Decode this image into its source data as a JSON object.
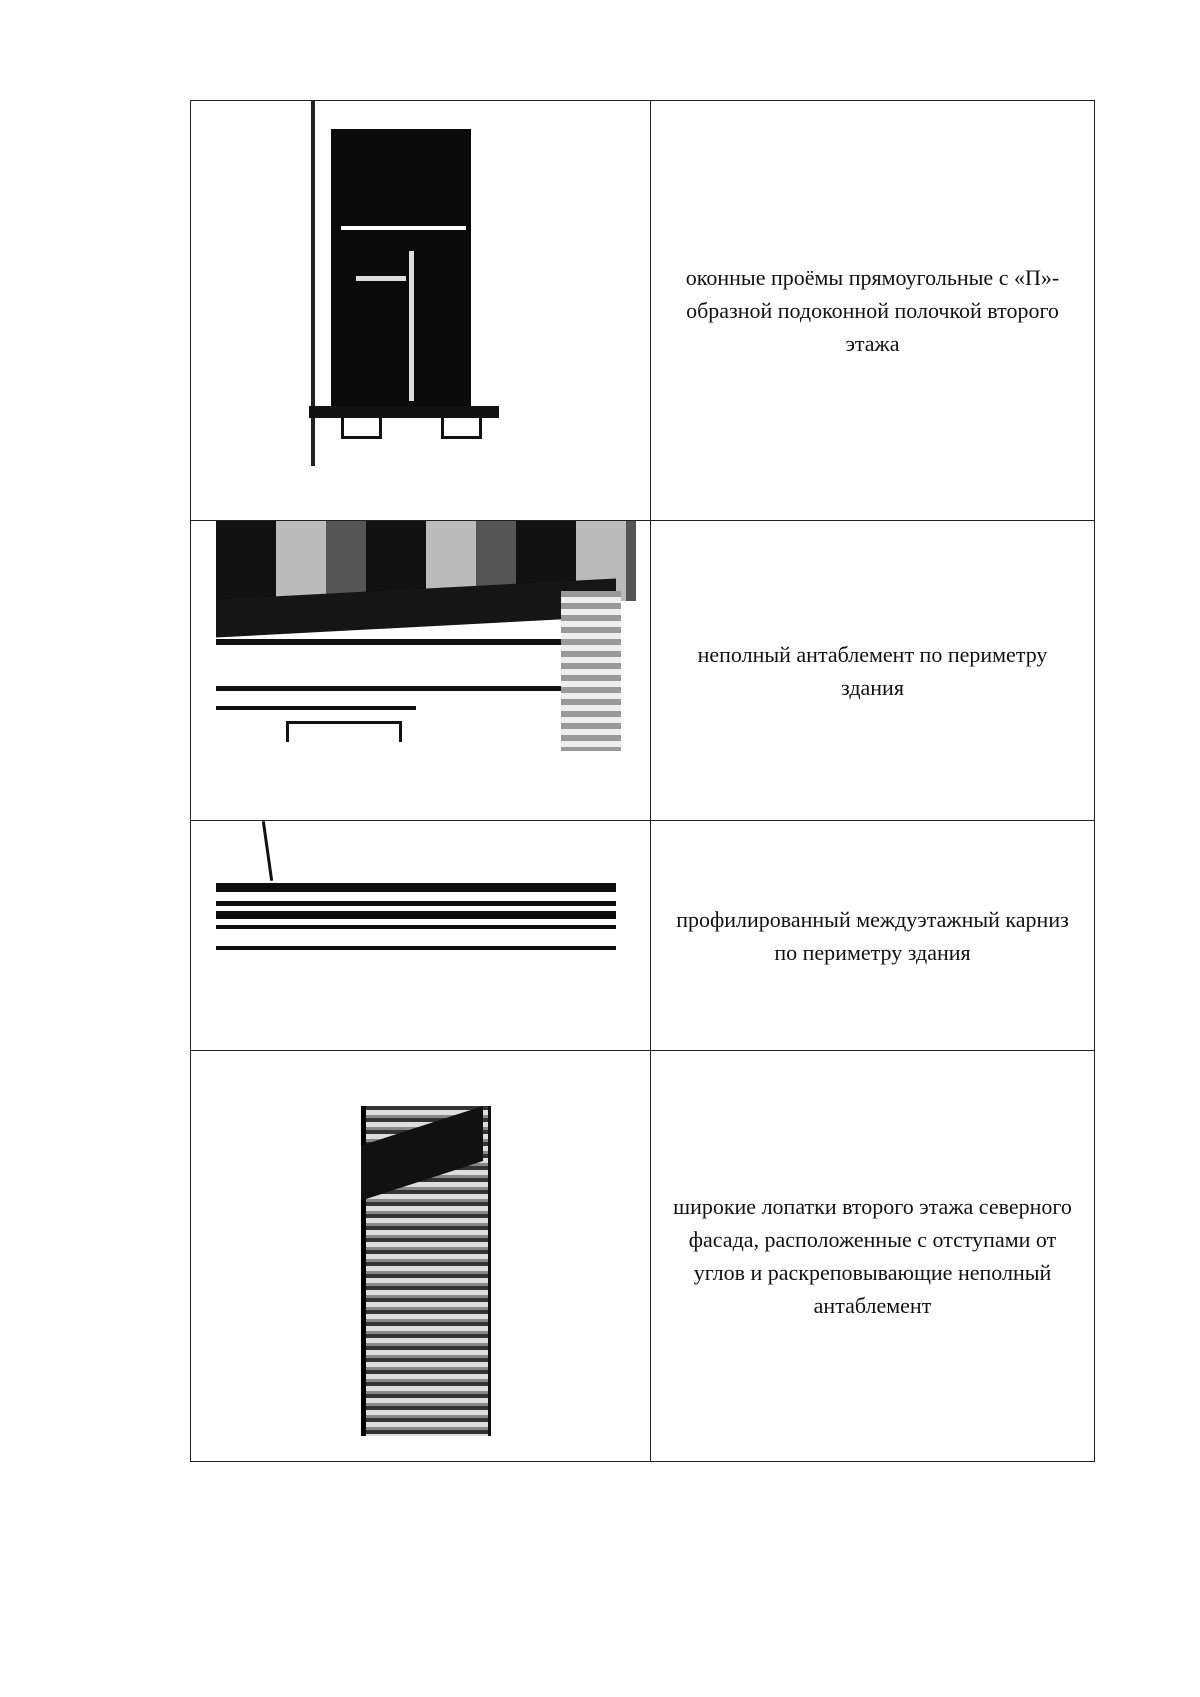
{
  "table": {
    "rows": [
      {
        "image_alt": "Оконный проём с подоконной полочкой",
        "text": "оконные проёмы прямоугольные с «П»-образной подоконной полочкой второго этажа"
      },
      {
        "image_alt": "Неполный антаблемент",
        "text": "неполный антаблемент по периметру здания"
      },
      {
        "image_alt": "Междуэтажный карниз",
        "text": "профилированный междуэтажный карниз по периметру здания"
      },
      {
        "image_alt": "Широкие лопатки северного фасада",
        "text": "широкие лопатки второго этажа северного фасада, расположенные с отступами от углов и раскреповывающие неполный антаблемент"
      }
    ]
  }
}
